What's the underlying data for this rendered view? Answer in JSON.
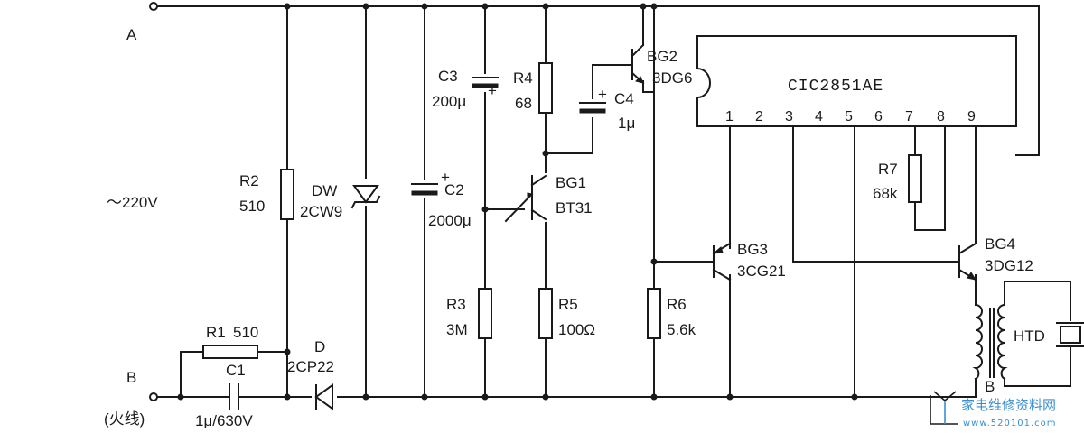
{
  "terminals": {
    "a": "A",
    "b": "B",
    "b_note": "(火线)"
  },
  "supply": {
    "voltage": "～220V"
  },
  "r1": {
    "name": "R1",
    "value": "510"
  },
  "c1": {
    "name": "C1",
    "value": "1μ/630V"
  },
  "d": {
    "name": "D",
    "part": "2CP22"
  },
  "r2": {
    "name": "R2",
    "value": "510"
  },
  "dw": {
    "name": "DW",
    "part": "2CW9"
  },
  "c2": {
    "name": "C2",
    "value": "2000μ"
  },
  "c3": {
    "name": "C3",
    "value": "200μ"
  },
  "r3": {
    "name": "R3",
    "value": "3M"
  },
  "r4": {
    "name": "R4",
    "value": "68"
  },
  "c4": {
    "name": "C4",
    "value": "1μ"
  },
  "r5": {
    "name": "R5",
    "value": "100Ω"
  },
  "bg1": {
    "name": "BG1",
    "part": "BT31"
  },
  "bg2": {
    "name": "BG2",
    "part": "3DG6"
  },
  "r6": {
    "name": "R6",
    "value": "5.6k"
  },
  "bg3": {
    "name": "BG3",
    "part": "3CG21"
  },
  "ic": {
    "name": "CIC2851AE",
    "pins": [
      "1",
      "2",
      "3",
      "4",
      "5",
      "6",
      "7",
      "8",
      "9"
    ]
  },
  "r7": {
    "name": "R7",
    "value": "68k"
  },
  "bg4": {
    "name": "BG4",
    "part": "3DG12"
  },
  "transformer": {
    "name": "B"
  },
  "htd": {
    "name": "HTD"
  },
  "watermark": {
    "text": "家电维修资料网",
    "url": "www.520101.com"
  }
}
